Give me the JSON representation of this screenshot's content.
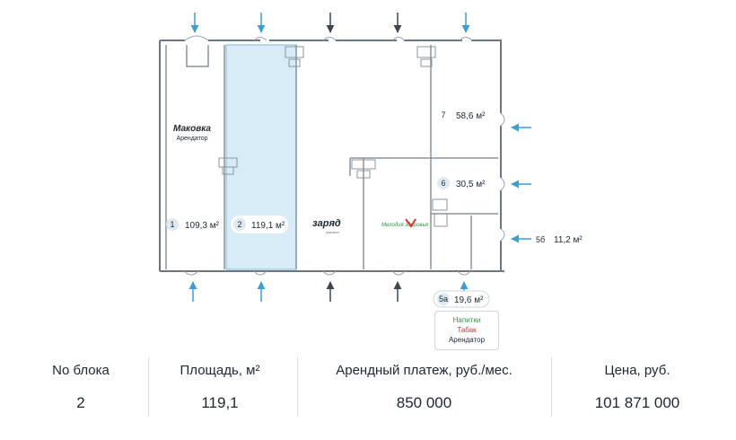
{
  "plan": {
    "units": [
      {
        "num": "1",
        "area": "109,3 м²"
      },
      {
        "num": "2",
        "area": "119,1 м²"
      },
      {
        "num": "7",
        "area": "58,6 м²"
      },
      {
        "num": "6",
        "area": "30,5 м²"
      },
      {
        "num": "5б",
        "area": "11,2 м²"
      },
      {
        "num": "5а",
        "area": "19,6 м²"
      }
    ],
    "tenants": {
      "makovka_logo": "Маковка",
      "makovka_role": "Арендатор",
      "zaryad_logo": "заряд",
      "zaryad_sub": "магазин",
      "malina_logo": "Мелодия здоровья",
      "kiosk_line1": "Напитки",
      "kiosk_line2": "Табак",
      "kiosk_role": "Арендатор"
    },
    "colors": {
      "highlight": "#d8ecf7",
      "highlight_border": "#7fb9de",
      "arrow_blue": "#3b9fd6",
      "arrow_dark": "#3a4650",
      "badge_bg": "#dfe9f2"
    }
  },
  "stats": {
    "block_label": "No блока",
    "block_value": "2",
    "area_label": "Площадь, м²",
    "area_value": "119,1",
    "rent_label": "Арендный платеж, руб./мес.",
    "rent_value": "850 000",
    "price_label": "Цена, руб.",
    "price_value": "101 871 000"
  }
}
